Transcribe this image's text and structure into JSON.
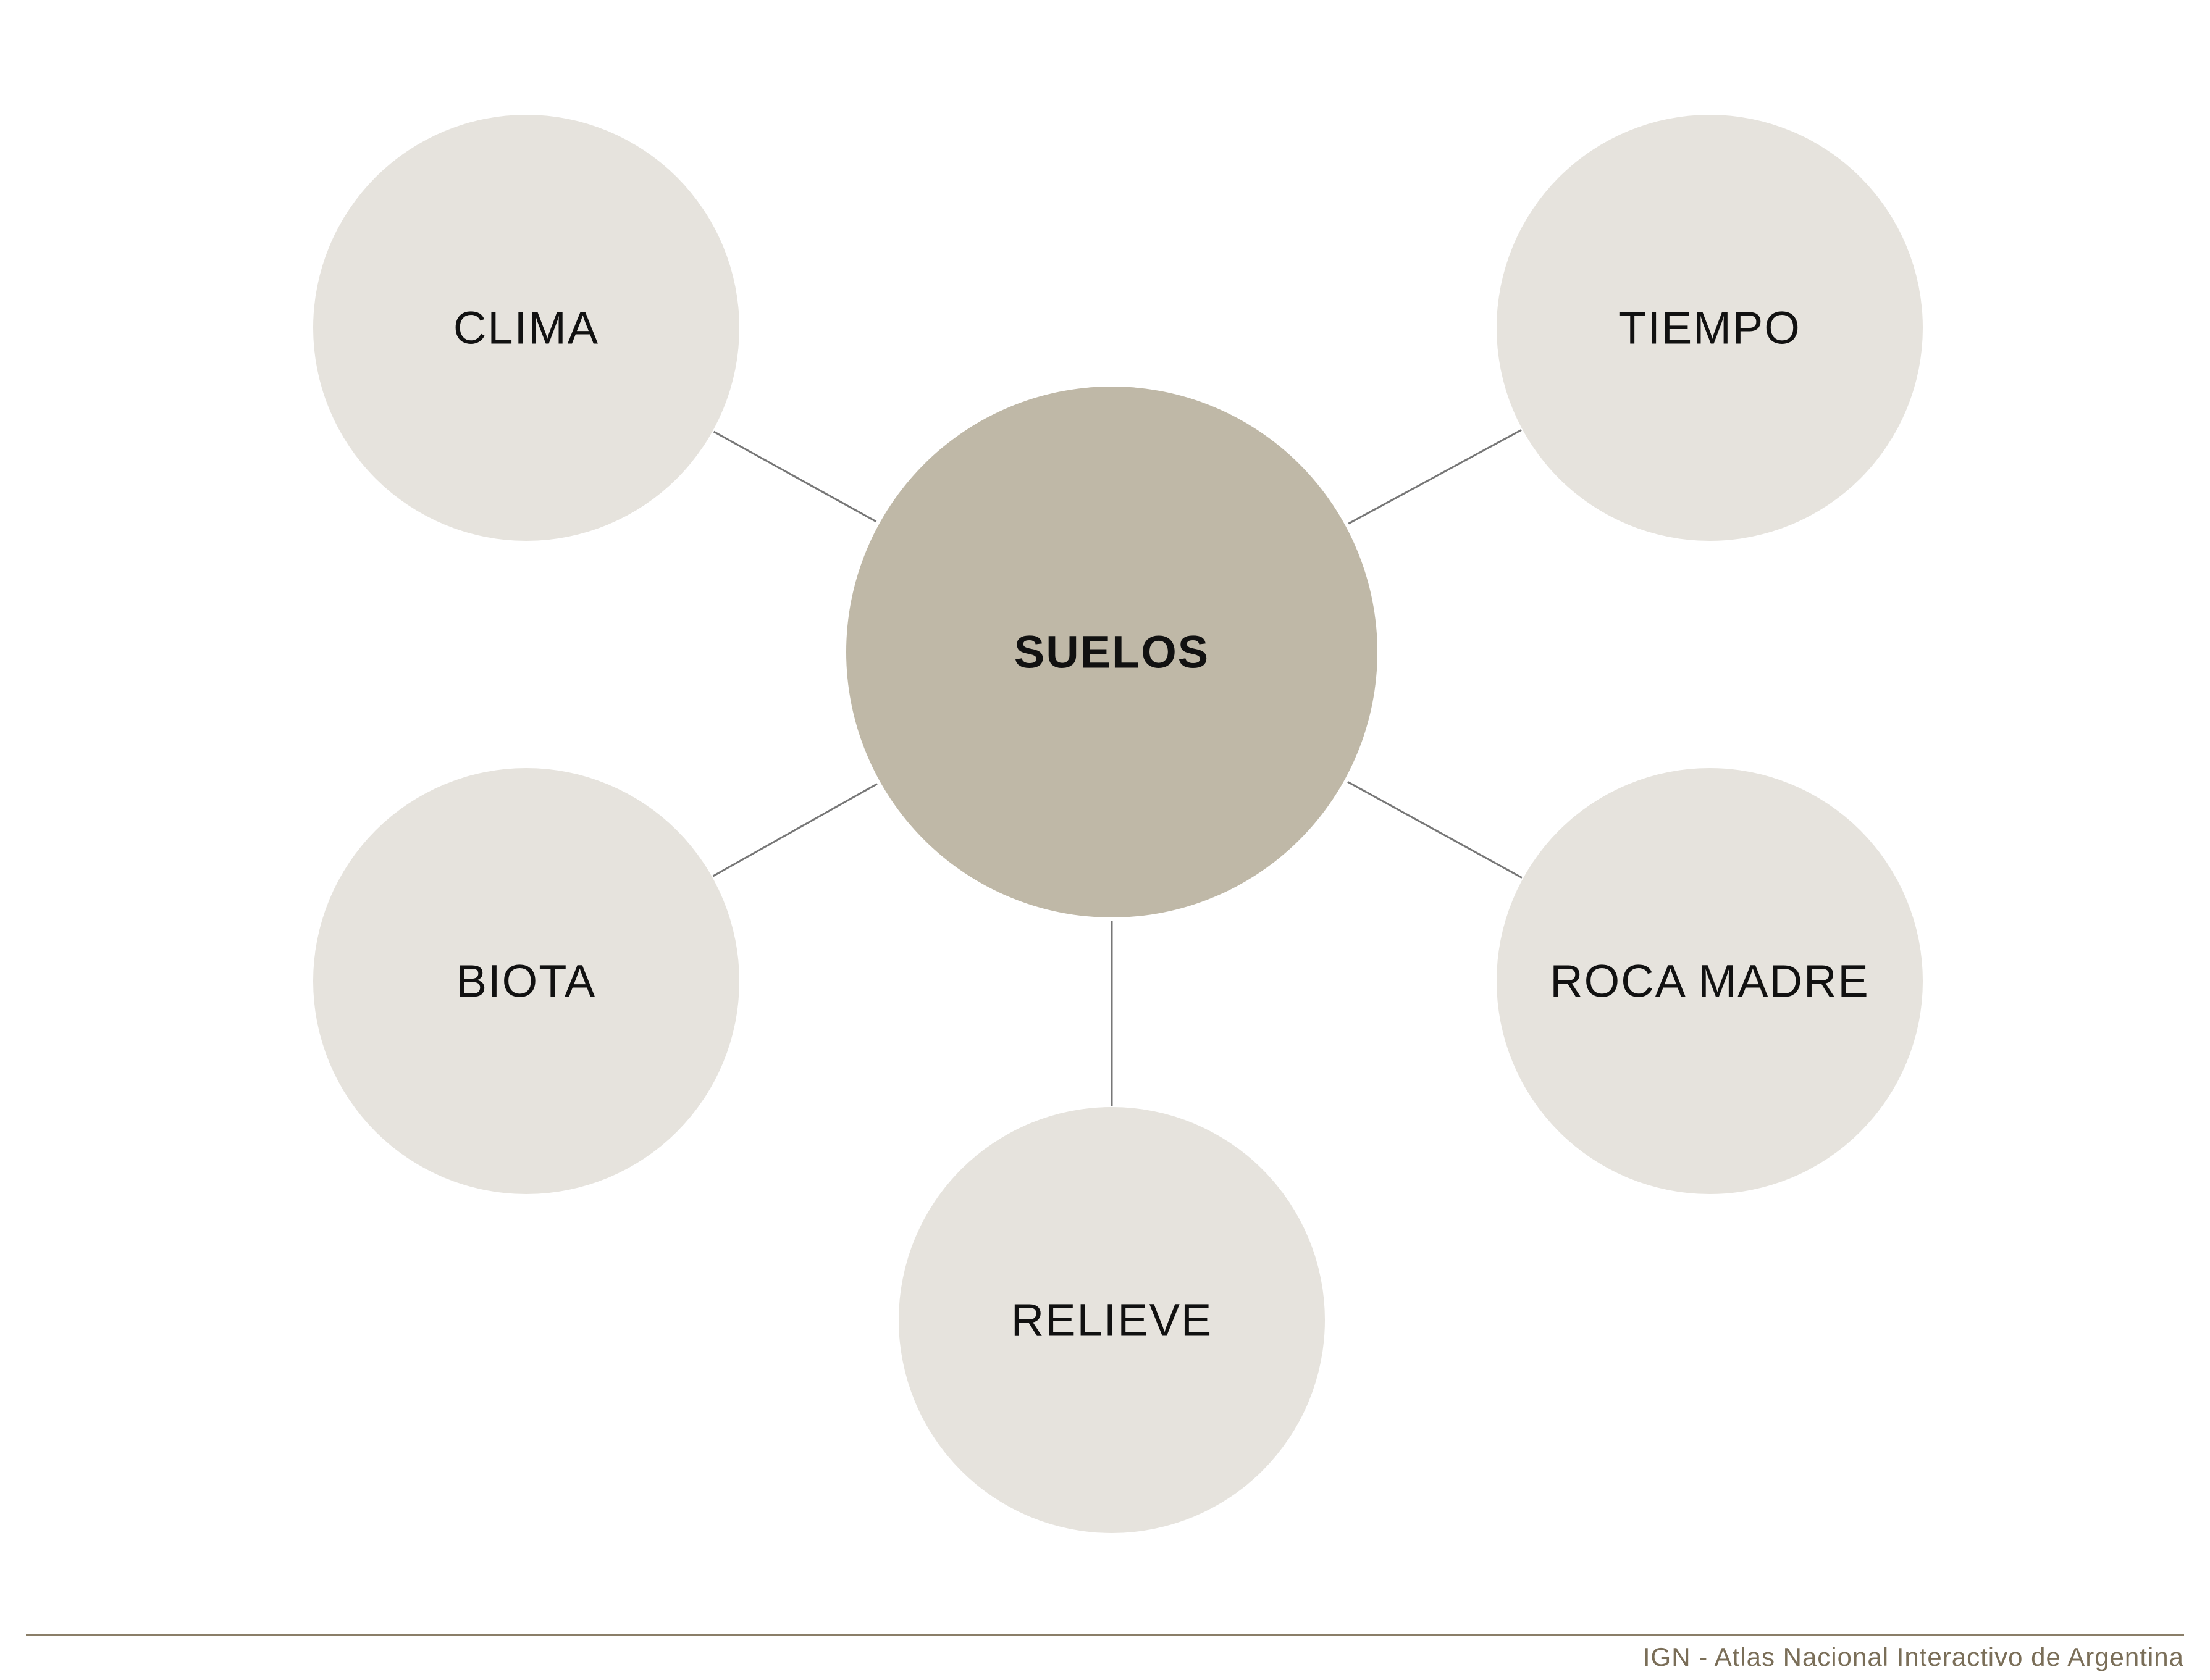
{
  "diagram": {
    "center": {
      "label": "SUELOS"
    },
    "factors": [
      {
        "id": "clima",
        "label": "CLIMA"
      },
      {
        "id": "tiempo",
        "label": "TIEMPO"
      },
      {
        "id": "biota",
        "label": "BIOTA"
      },
      {
        "id": "roca-madre",
        "label": "ROCA MADRE"
      },
      {
        "id": "relieve",
        "label": "RELIEVE"
      }
    ],
    "colors": {
      "center_fill": "#bfb8a7",
      "factor_fill": "#e6e3dd",
      "connector": "#777777",
      "label": "#111111"
    }
  },
  "footer": {
    "credit": "IGN - Atlas Nacional Interactivo de Argentina",
    "rule_color": "#8a7e68",
    "text_color": "#7a6e58"
  }
}
